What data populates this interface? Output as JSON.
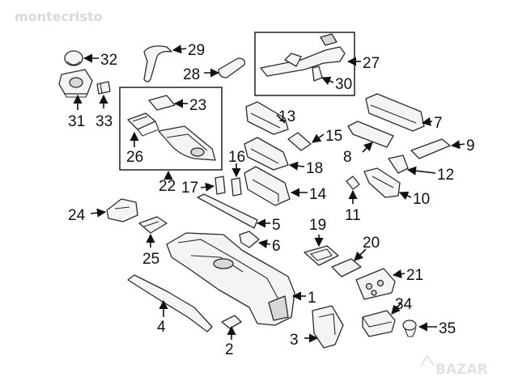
{
  "watermark": "montecristo",
  "logo_text": "BAZAR",
  "callouts": {
    "c1": "1",
    "c2": "2",
    "c3": "3",
    "c4": "4",
    "c5": "5",
    "c6": "6",
    "c7": "7",
    "c8": "8",
    "c9": "9",
    "c10": "10",
    "c11": "11",
    "c12": "12",
    "c13": "13",
    "c14": "14",
    "c15": "15",
    "c16": "16",
    "c17": "17",
    "c18": "18",
    "c19": "19",
    "c20": "20",
    "c21": "21",
    "c22": "22",
    "c23": "23",
    "c24": "24",
    "c25": "25",
    "c26": "26",
    "c27": "27",
    "c28": "28",
    "c29": "29",
    "c30": "30",
    "c31": "31",
    "c32": "32",
    "c33": "33",
    "c34": "34",
    "c35": "35"
  },
  "colors": {
    "outline": "#2a2a2a",
    "fill": "#f4f4f4",
    "text": "#111111"
  }
}
